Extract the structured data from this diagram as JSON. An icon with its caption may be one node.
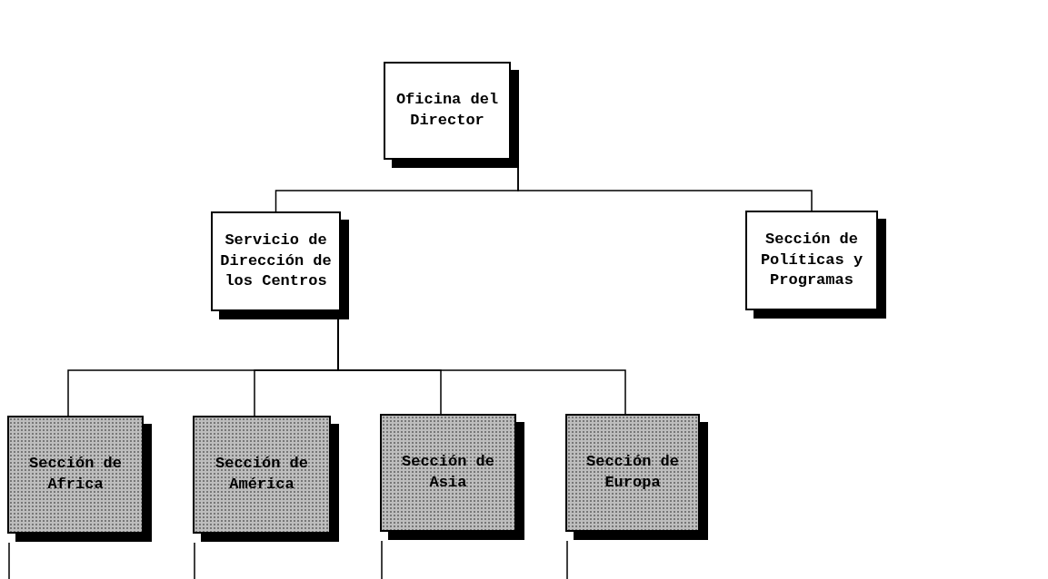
{
  "diagram": {
    "nodes": [
      {
        "text": [
          "Oficina del Director"
        ]
      },
      {
        "text": [
          "Servicio de Dirección de los Centros"
        ]
      },
      {
        "text": [
          "Sección de Políticas y Programas"
        ]
      },
      {
        "text": [
          "Sección de Africa"
        ]
      },
      {
        "text": [
          "Sección de América"
        ]
      },
      {
        "text": [
          "Sección de Asia"
        ]
      },
      {
        "text": [
          "Sección de Europa"
        ]
      }
    ],
    "edges": [
      {
        "from": 0,
        "to": 1,
        "arrow": "none"
      },
      {
        "from": 0,
        "to": 2,
        "arrow": "none"
      },
      {
        "from": 1,
        "to": 3,
        "arrow": "none"
      },
      {
        "from": 1,
        "to": 4,
        "arrow": "none"
      },
      {
        "from": 1,
        "to": 5,
        "arrow": "none"
      },
      {
        "from": 1,
        "to": 6,
        "arrow": "none"
      },
      {
        "from": 3,
        "to": null,
        "arrow": "none"
      },
      {
        "from": 4,
        "to": null,
        "arrow": "none"
      },
      {
        "from": 5,
        "to": null,
        "arrow": "none"
      },
      {
        "from": 6,
        "to": null,
        "arrow": "none"
      }
    ]
  }
}
